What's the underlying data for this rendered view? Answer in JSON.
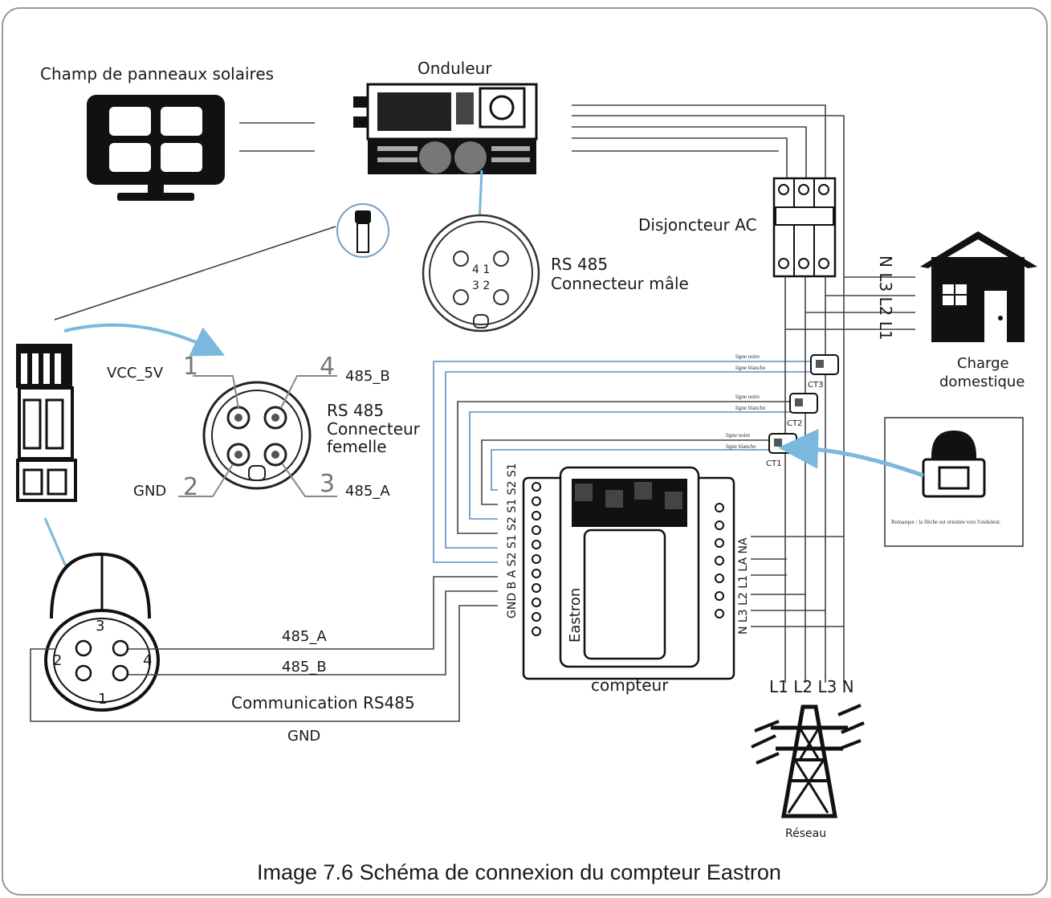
{
  "caption": "Image 7.6 Schéma de connexion du compteur Eastron",
  "labels": {
    "solar": "Champ de panneaux solaires",
    "inverter": "Onduleur",
    "breaker": "Disjoncteur AC",
    "rs485_male_1": "RS 485",
    "rs485_male_2": "Connecteur mâle",
    "rs485_fem_1": "RS 485",
    "rs485_fem_2": "Connecteur",
    "rs485_fem_3": "femelle",
    "vcc": "VCC_5V",
    "gnd_pin": "GND",
    "b485_pin": "485_B",
    "a485_pin": "485_A",
    "home_1": "Charge",
    "home_2": "domestique",
    "meter": "compteur",
    "meter_brand": "Eastron",
    "grid": "Réseau",
    "w485a": "485_A",
    "w485b": "485_B",
    "comm": "Communication RS485",
    "wgnd": "GND",
    "lines": "L1 L2 L3 N",
    "house_lines": "N L3 L2 L1",
    "meter_terms_left": "GND B  A S2 S1 S2 S1 S2 S1",
    "meter_terms_right": "N L3 L2 L1 LA NA",
    "ct1": "CT1",
    "ct2": "CT2",
    "ct3": "CT3",
    "ct_black": "ligne noire",
    "ct_white": "ligne blanche",
    "note": "Remarque : la flèche est orientée vers l'onduleur.",
    "male_pins": "4 1",
    "male_pins2": "3 2",
    "pin1": "1",
    "pin2": "2",
    "pin3": "3",
    "pin4": "4"
  }
}
